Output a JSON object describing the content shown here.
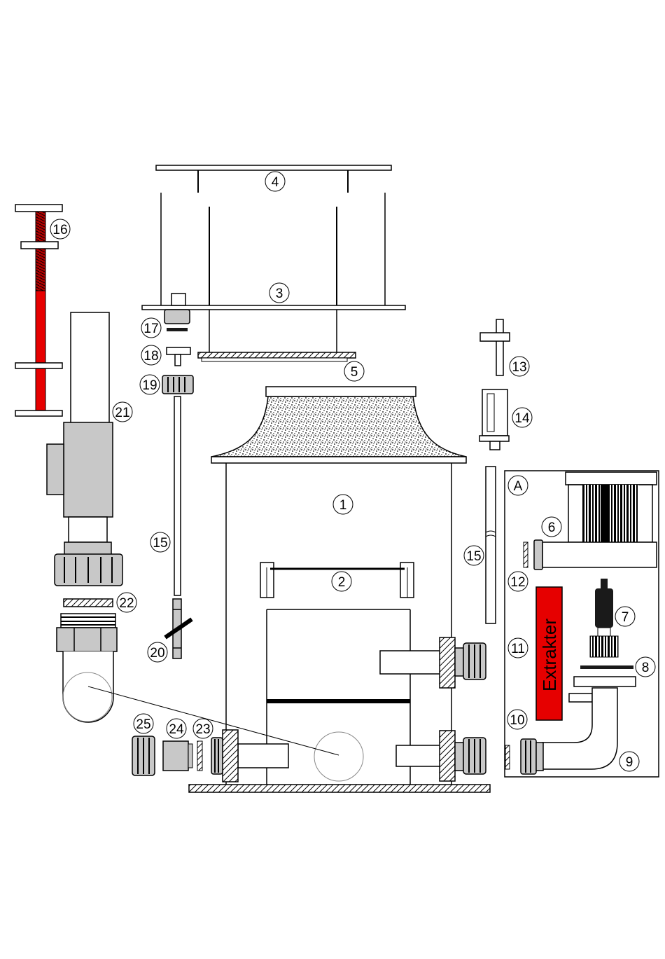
{
  "callouts": {
    "n1": "1",
    "n2": "2",
    "n3": "3",
    "n4": "4",
    "n5": "5",
    "n6": "6",
    "n7": "7",
    "n8": "8",
    "n9": "9",
    "n10": "10",
    "n11": "11",
    "n12": "12",
    "n13": "13",
    "n14": "14",
    "n15a": "15",
    "n15b": "15",
    "n16": "16",
    "n17": "17",
    "n18": "18",
    "n19": "19",
    "n20": "20",
    "n21": "21",
    "n22": "22",
    "n23": "23",
    "n24": "24",
    "n25": "25",
    "nA": "A"
  },
  "extraktor_label": "Extrakter",
  "colors": {
    "red": "#e60000",
    "gray": "#c8c8c8",
    "dark": "#1a1a1a"
  }
}
